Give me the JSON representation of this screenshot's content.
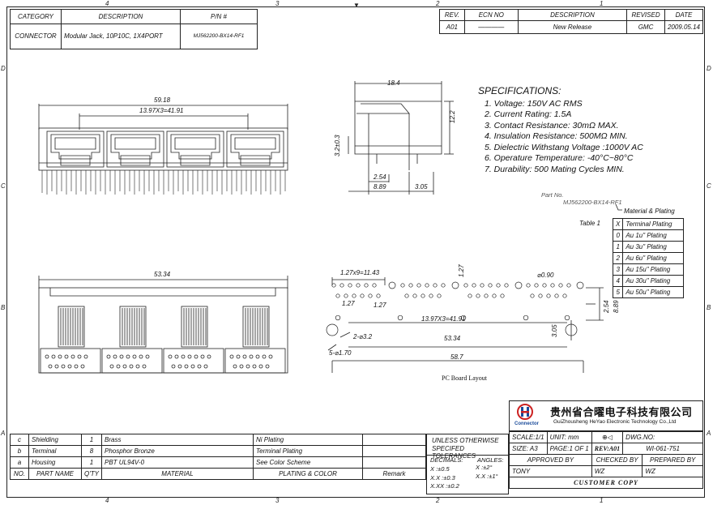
{
  "zones": {
    "top": [
      "4",
      "3",
      "2",
      "1"
    ],
    "bottom": [
      "4",
      "3",
      "2",
      "1"
    ],
    "side": [
      "D",
      "C",
      "B",
      "A"
    ]
  },
  "title_block": {
    "headers": [
      "CATEGORY",
      "DESCRIPTION",
      "P/N #"
    ],
    "category": "CONNECTOR",
    "description": "Modular Jack, 10P10C, 1X4PORT",
    "pn": "MJ562200-BX14-RF1"
  },
  "revision": {
    "headers": [
      "REV.",
      "ECN NO",
      "DESCRIPTION",
      "REVISED",
      "DATE"
    ],
    "rev": "A01",
    "ecn": "————",
    "description": "New Release",
    "revised": "GMC",
    "date": "2009.05.14"
  },
  "specifications": {
    "title": "SPECIFICATIONS:",
    "items": [
      "1. Voltage: 150V AC RMS",
      "2. Current Rating: 1.5A",
      "3. Contact Resistance: 30mΩ MAX.",
      "4. Insulation Resistance: 500MΩ MIN.",
      "5. Dielectric Withstang Voltage :1000V AC",
      "6. Operature Temperature: -40°C~80°C",
      "7. Durability: 500 Mating Cycles MIN."
    ]
  },
  "part_no": {
    "label": "Part No.",
    "value": "MJ562200-BX14-RF1",
    "callout": "Material & Plating"
  },
  "plating_table": {
    "caption": "Table 1",
    "headers": [
      "X",
      "Terminal Plating"
    ],
    "rows": [
      [
        "0",
        "Au 1u\" Plating"
      ],
      [
        "1",
        "Au 3u\" Plating"
      ],
      [
        "2",
        "Au 6u\" Plating"
      ],
      [
        "3",
        "Au 15u\" Plating"
      ],
      [
        "4",
        "Au 30u\" Plating"
      ],
      [
        "5",
        "Au 50u\" Plating"
      ]
    ]
  },
  "dims": {
    "front_total": "59.18",
    "front_pitch": "13.97X3=41.91",
    "side_width": "18.4",
    "side_height": "12.2",
    "side_32": "3.2±0.3",
    "side_254": "2.54",
    "side_889": "8.89",
    "side_305": "3.05",
    "bottom_total": "53.34",
    "pcb_pitch": "1.27x9=11.43",
    "pcb_127a": "1.27",
    "pcb_127b": "1.27",
    "pcb_127c": "1.27",
    "pcb_090": "⌀0.90",
    "pcb_4191": "13.97X3=41.91",
    "pcb_5334": "53.34",
    "pcb_587": "58.7",
    "pcb_254": "2.54",
    "pcb_889": "8.89",
    "pcb_305": "3.05",
    "pcb_32": "2-⌀3.2",
    "pcb_170": "5-⌀1.70",
    "pcb_caption": "PC Board Layout"
  },
  "company": {
    "cn": "贵州省合曜电子科技有限公司",
    "en": "GuiZhousheng HeYao Electronic Technology Co.,Ltd",
    "logo_text": "Connector"
  },
  "bom": {
    "rows": [
      {
        "no": "c",
        "name": "Shielding",
        "qty": "1",
        "material": "Brass",
        "plating": "Ni Plating"
      },
      {
        "no": "b",
        "name": "Terminal",
        "qty": "8",
        "material": "Phosphor Bronze",
        "plating": "Terminal Plating"
      },
      {
        "no": "a",
        "name": "Housing",
        "qty": "1",
        "material": "PBT UL94V-0",
        "plating": "See Color Scheme"
      }
    ],
    "headers": {
      "no": "NO.",
      "name": "PART NAME",
      "qty": "Q'TY",
      "material": "MATERIAL",
      "plating": "PLATING & COLOR",
      "remark": "Remark"
    }
  },
  "tolerance": {
    "title1": "UNLESS OTHERWISE",
    "title2": "SPECIFED TOLERANCES",
    "dec": "DECIMALS:",
    "ang": "ANGLES:",
    "x": "X      :±0.5",
    "xx": "X.X    :±0.3",
    "xxx": "X.XX  :±0.2",
    "ax": "X   :±2°",
    "axx": "X.X :±1°"
  },
  "sheet": {
    "scale": "SCALE:1/1",
    "unit": "UNIT: mm",
    "dwg_label": "DWG.NO:",
    "size": "SIZE: A3",
    "page": "PAGE:1 OF 1",
    "rev": "REV:A01",
    "dwg": "WI-061-751",
    "approved_label": "APPROVED BY",
    "checked_label": "CHECKED BY",
    "prepared_label": "PREPARED BY",
    "approved": "TONY",
    "checked": "WZ",
    "prepared": "WZ",
    "customer": "CUSTOMER COPY"
  }
}
